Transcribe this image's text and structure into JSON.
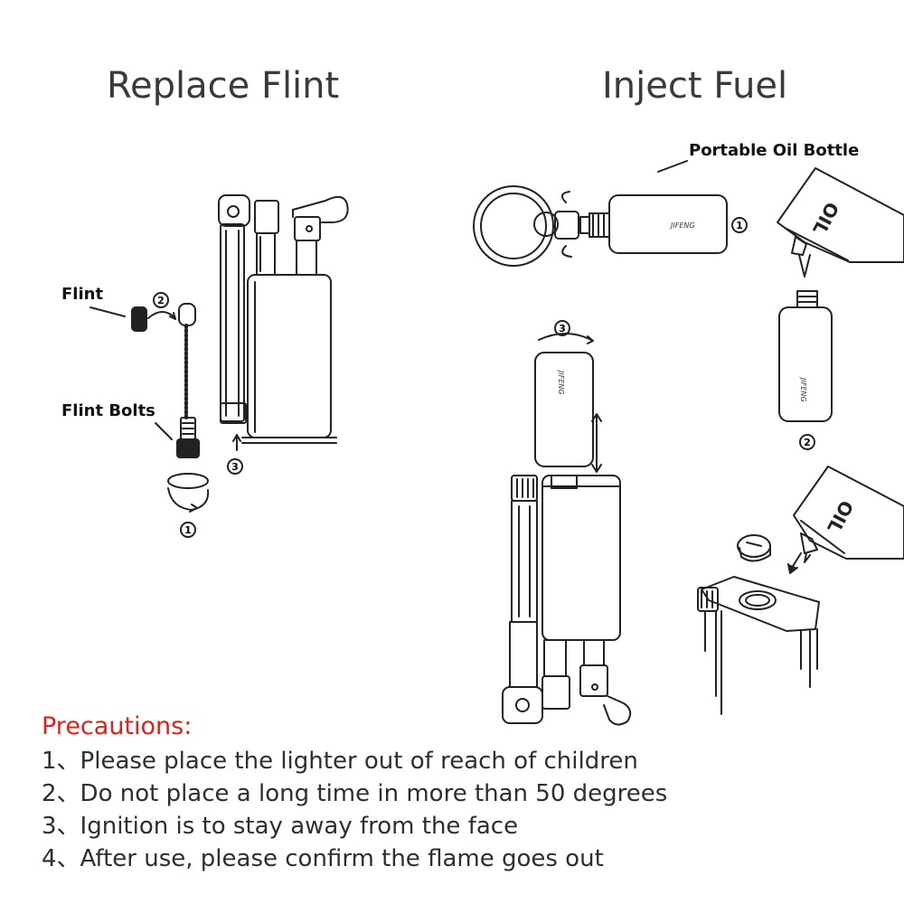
{
  "titles": {
    "replace_flint": "Replace Flint",
    "inject_fuel": "Inject Fuel"
  },
  "labels": {
    "flint": "Flint",
    "flint_bolts": "Flint Bolts",
    "portable_oil_bottle": "Portable Oil Bottle",
    "oil_top": "OIL",
    "oil_bottom": "OIL",
    "brand_bottle_top": "JIFENG",
    "brand_bottle_side": "JIFENG",
    "brand_bottle_mounted": "JIFENG"
  },
  "steps": {
    "flint_1": "1",
    "flint_2": "2",
    "flint_3": "3",
    "fuel_1": "1",
    "fuel_2": "2",
    "fuel_3": "3"
  },
  "precautions": {
    "title": "Precautions:",
    "items": [
      "1、Please place the lighter out of reach of children",
      "2、Do not place a long time in more than 50 degrees",
      "3、Ignition is to stay away from the face",
      "4、After use, please confirm the flame goes out"
    ]
  }
}
